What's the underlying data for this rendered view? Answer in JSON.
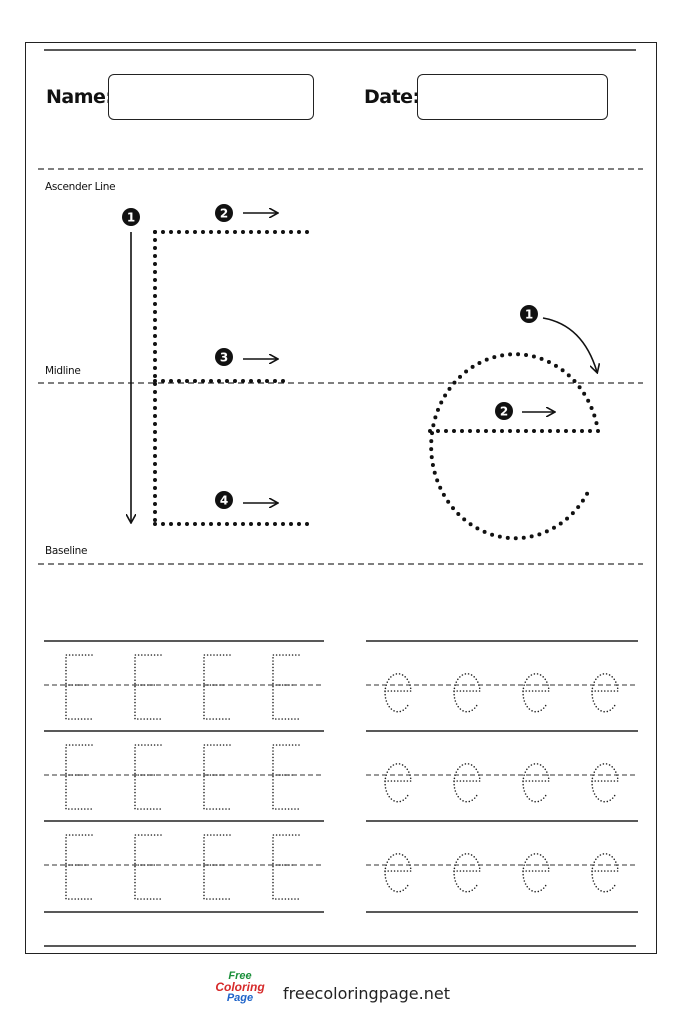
{
  "header": {
    "name_label": "Name:",
    "date_label": "Date:",
    "name_value": "",
    "date_value": ""
  },
  "guides": {
    "ascender": "Ascender Line",
    "midline": "Midline",
    "baseline": "Baseline"
  },
  "uppercase_steps": [
    "1",
    "2",
    "3",
    "4"
  ],
  "lowercase_steps": [
    "1",
    "2"
  ],
  "footer": {
    "logo": [
      "Free",
      "Coloring",
      "Page"
    ],
    "site": "freecoloringpage.net"
  },
  "practice": {
    "uppercase_letter": "E",
    "lowercase_letter": "e",
    "rows": 3,
    "per_row": 4
  }
}
